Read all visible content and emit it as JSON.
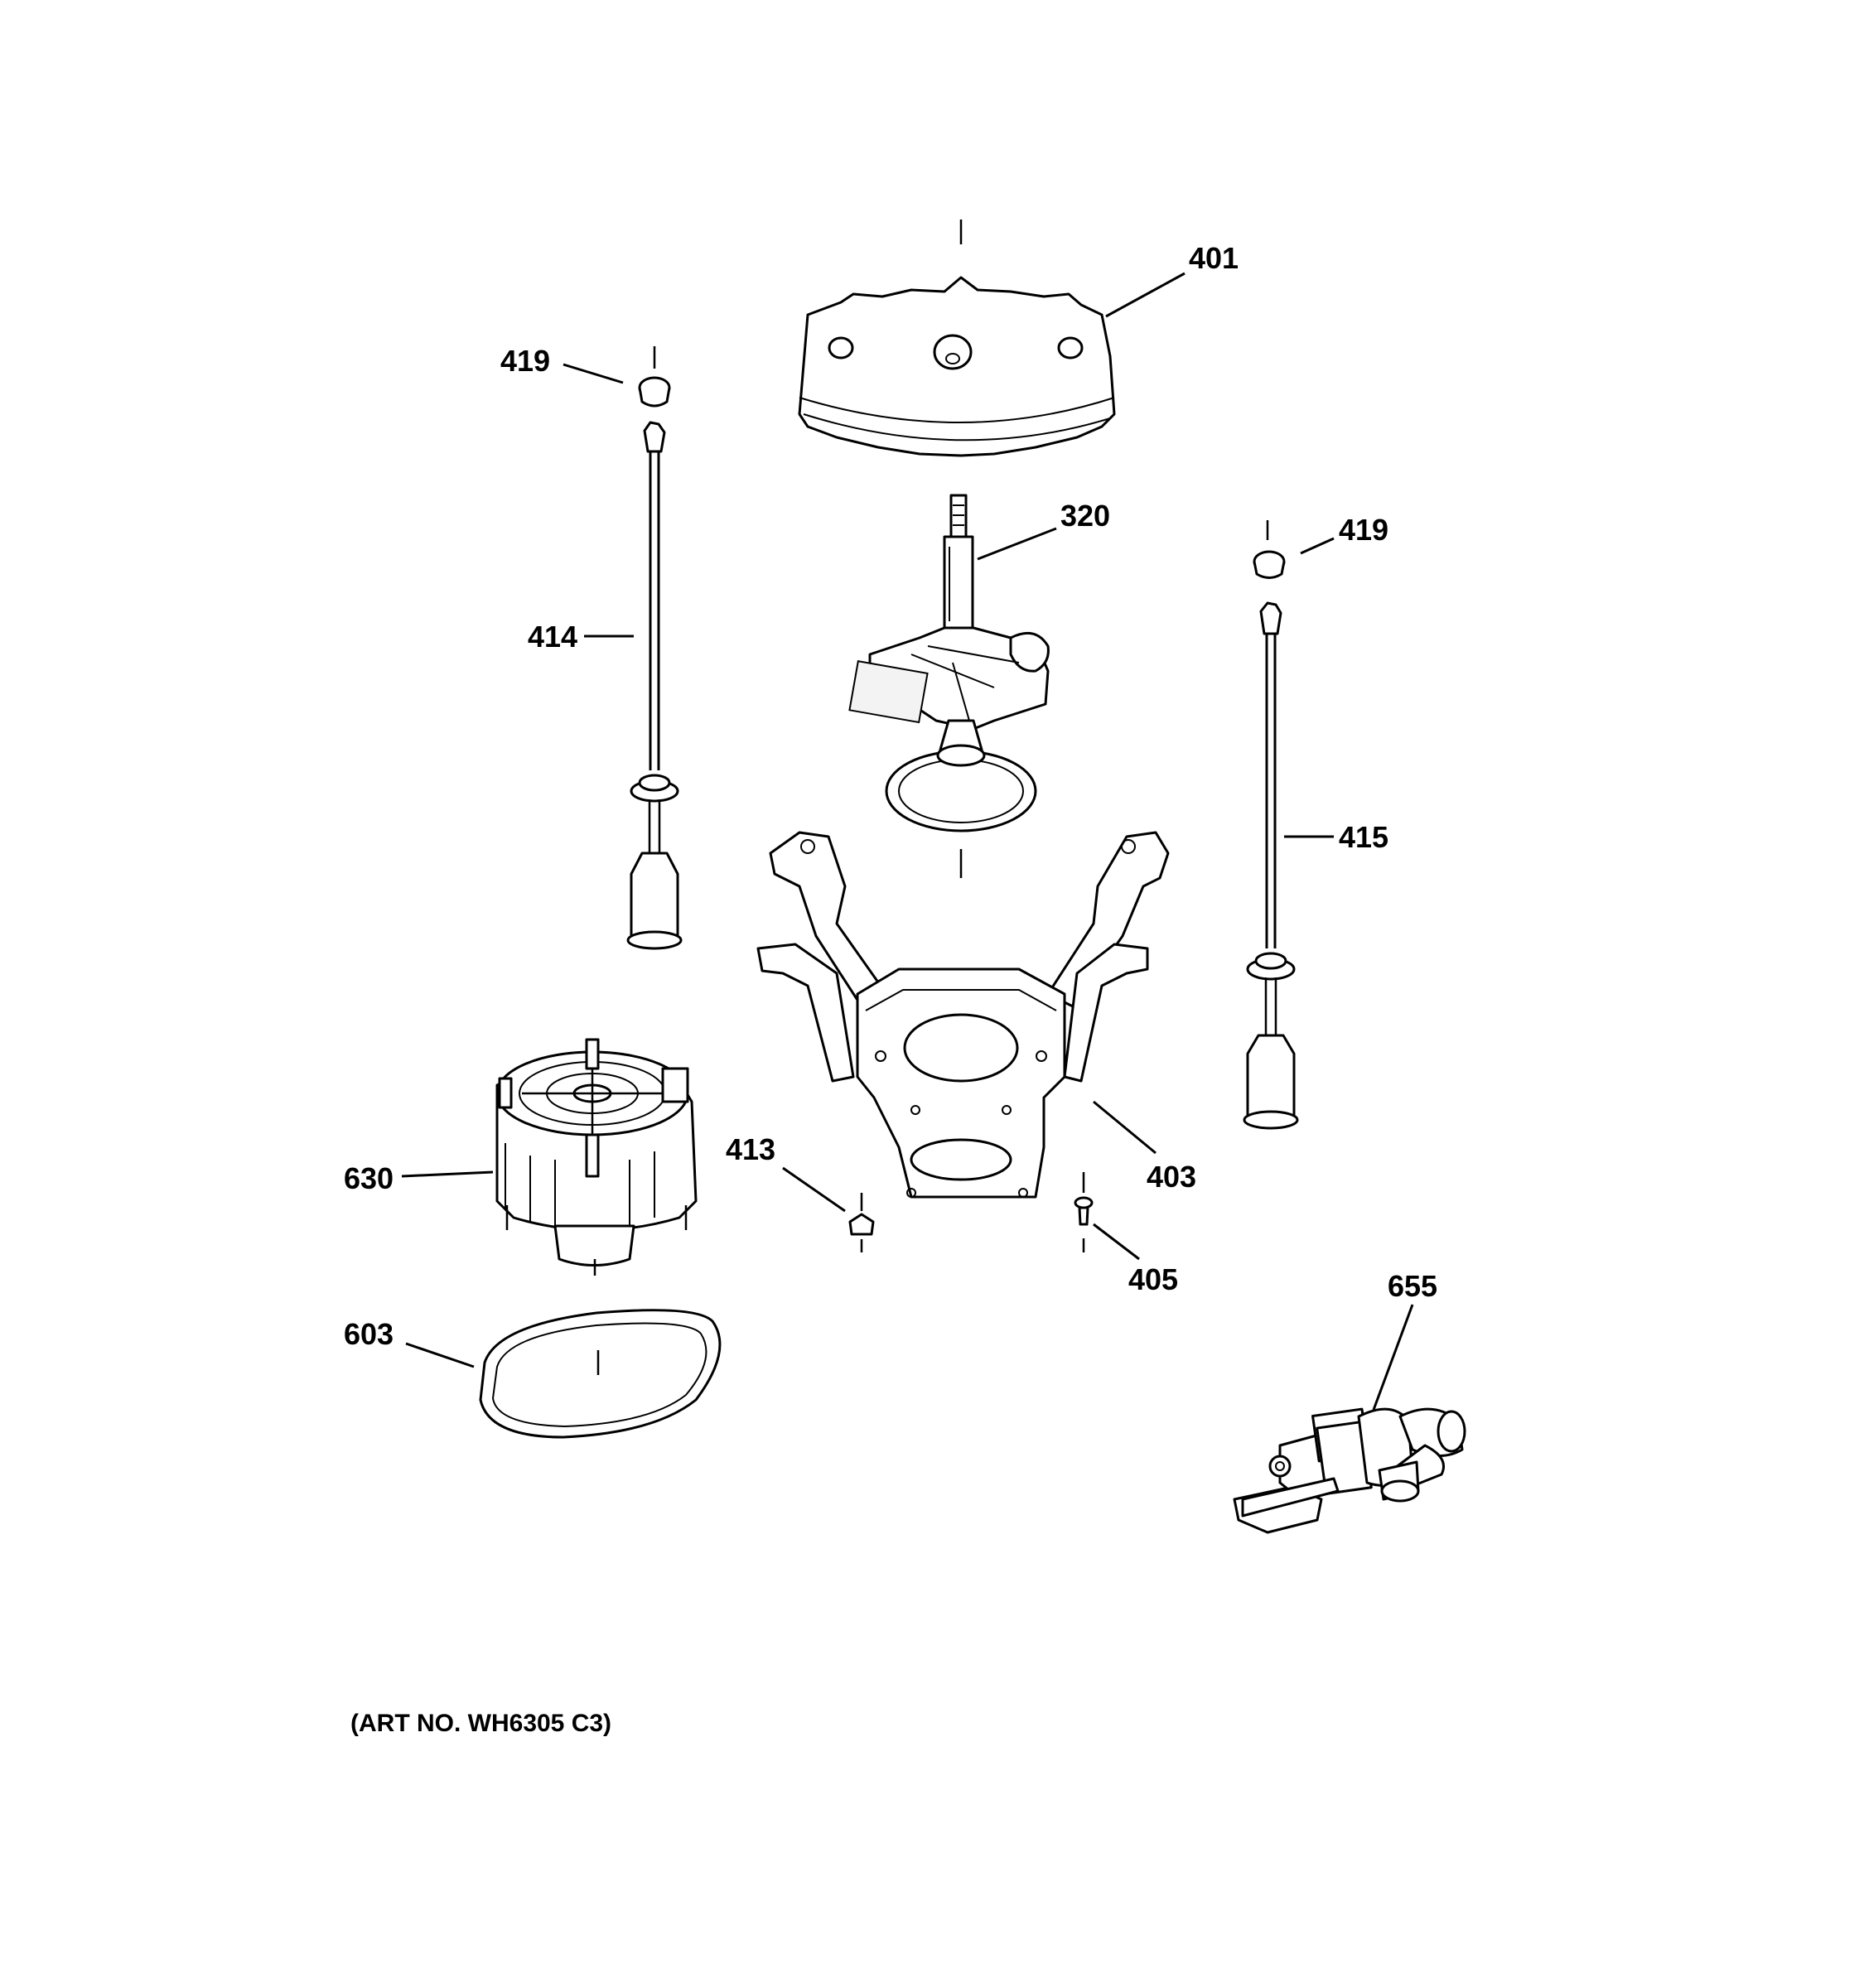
{
  "callouts": [
    {
      "id": "401"
    },
    {
      "id": "419"
    },
    {
      "id": "320"
    },
    {
      "id": "419"
    },
    {
      "id": "414"
    },
    {
      "id": "415"
    },
    {
      "id": "630"
    },
    {
      "id": "413"
    },
    {
      "id": "403"
    },
    {
      "id": "405"
    },
    {
      "id": "655"
    },
    {
      "id": "603"
    }
  ],
  "caption": "(ART NO. WH6305 C3)"
}
